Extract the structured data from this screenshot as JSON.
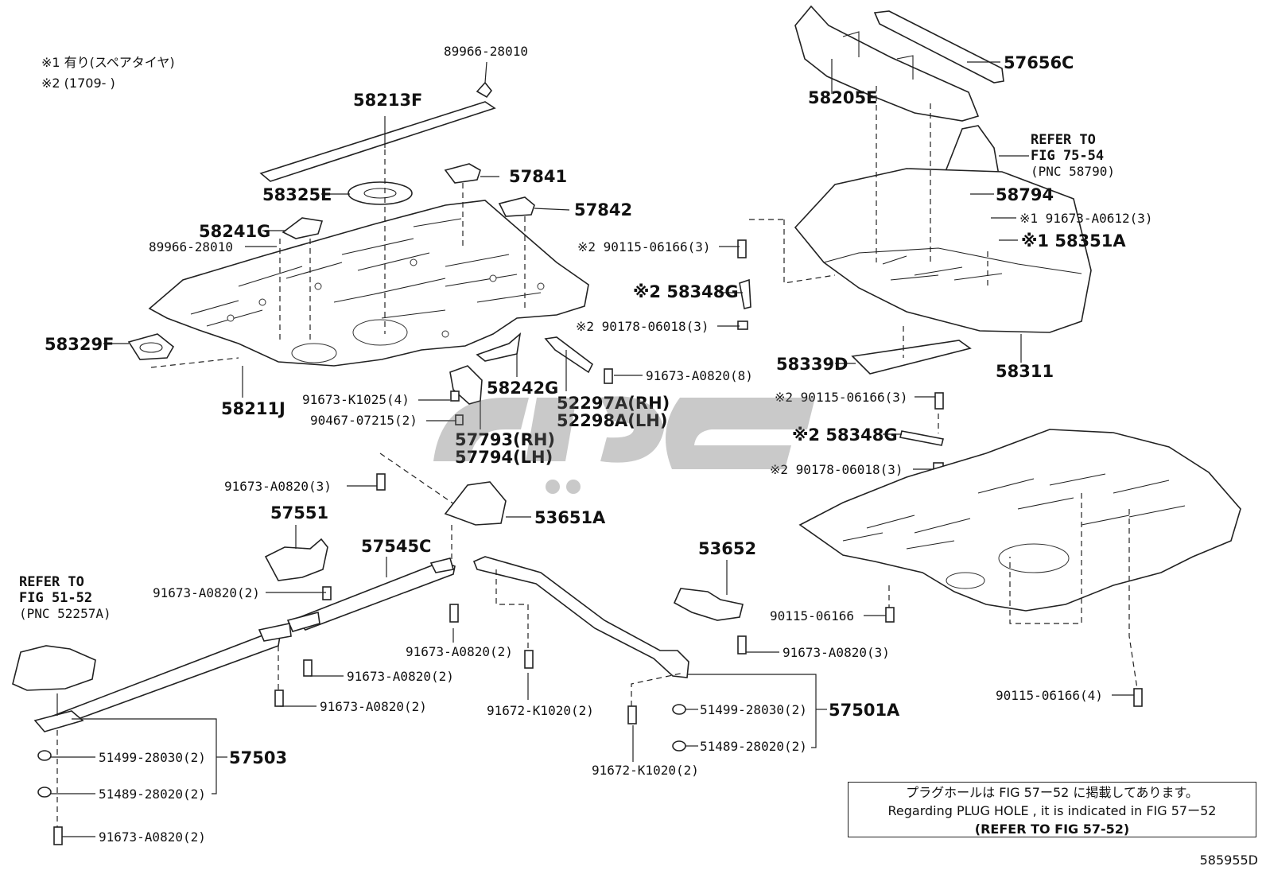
{
  "legend": {
    "note1": "※1 有り(スペアタイヤ)",
    "note2": "※2 (1709-    )"
  },
  "refs": {
    "ref1": {
      "line1": "REFER TO",
      "line2": "FIG 75-54",
      "line3": "(PNC 58790)"
    },
    "ref2": {
      "line1": "REFER TO",
      "line2": "FIG 51-52",
      "line3": "(PNC 52257A)"
    }
  },
  "plug_note": {
    "jp": "プラグホールは FIG 57ー52 に掲載してあります。",
    "en": "Regarding  PLUG  HOLE , it is indicated in FIG  57ー52",
    "ref": "(REFER  TO  FIG  57-52)"
  },
  "figure_code": "585955D",
  "labels": {
    "p89966a": "89966-28010",
    "p58213F": "58213F",
    "p58325E": "58325E",
    "p57841": "57841",
    "p57842": "57842",
    "p58241G": "58241G",
    "p89966b": "89966-28010",
    "p58329F": "58329F",
    "p58211J": "58211J",
    "p58242G": "58242G",
    "p91673K": "91673-K1025(4)",
    "p90467": "90467-07215(2)",
    "p57793": "57793(RH)",
    "p57794": "57794(LH)",
    "p52297": "52297A(RH)",
    "p52298": "52298A(LH)",
    "p91673_8": "91673-A0820(8)",
    "p90115_a": "※2 90115-06166(3)",
    "p58348G_a": "※2 58348G",
    "p90178_a": "※2 90178-06018(3)",
    "p58205E": "58205E",
    "p57656C": "57656C",
    "p58794": "58794",
    "p91673_0612": "※1 91673-A0612(3)",
    "p58351A": "※1 58351A",
    "p58339D": "58339D",
    "p58311": "58311",
    "p90115_b": "※2 90115-06166(3)",
    "p58348G_b": "※2 58348G",
    "p90178_b": "※2 90178-06018(3)",
    "p91673_3a": "91673-A0820(3)",
    "p53651A": "53651A",
    "p57551": "57551",
    "p57545C": "57545C",
    "p91673_2a": "91673-A0820(2)",
    "p53652": "53652",
    "p90115_c": "90115-06166",
    "p91673_2b": "91673-A0820(2)",
    "p91673_2c": "91673-A0820(2)",
    "p91673_3b": "91673-A0820(3)",
    "p91672_a": "91672-K1020(2)",
    "p91673_2d": "91673-A0820(2)",
    "p51499_a": "51499-28030(2)",
    "p57501A": "57501A",
    "p51489_a": "51489-28020(2)",
    "p90115_d": "90115-06166(4)",
    "p51499_b": "51499-28030(2)",
    "p57503": "57503",
    "p51489_b": "51489-28020(2)",
    "p91672_b": "91672-K1020(2)",
    "p91673_2e": "91673-A0820(2)"
  }
}
